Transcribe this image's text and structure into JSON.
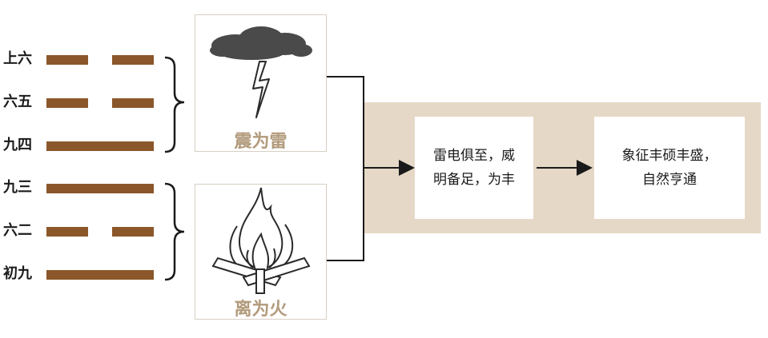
{
  "colors": {
    "bar": "#8b572a",
    "band": "#e5d8c6",
    "cloud": "#4a4a4a",
    "trigram_label": "#b29a7c"
  },
  "lines": [
    {
      "label": "上六",
      "type": "broken"
    },
    {
      "label": "六五",
      "type": "broken"
    },
    {
      "label": "九四",
      "type": "solid"
    },
    {
      "label": "九三",
      "type": "solid"
    },
    {
      "label": "六二",
      "type": "broken"
    },
    {
      "label": "初九",
      "type": "solid"
    }
  ],
  "upper_trigram": {
    "name": "震为雷",
    "icon": "thunder-cloud-icon"
  },
  "lower_trigram": {
    "name": "离为火",
    "icon": "fire-icon"
  },
  "box1": {
    "line1": "雷电俱至，威",
    "line2": "明备足，为丰"
  },
  "box2": {
    "line1": "象征丰硕丰盛，",
    "line2": "自然亨通"
  }
}
